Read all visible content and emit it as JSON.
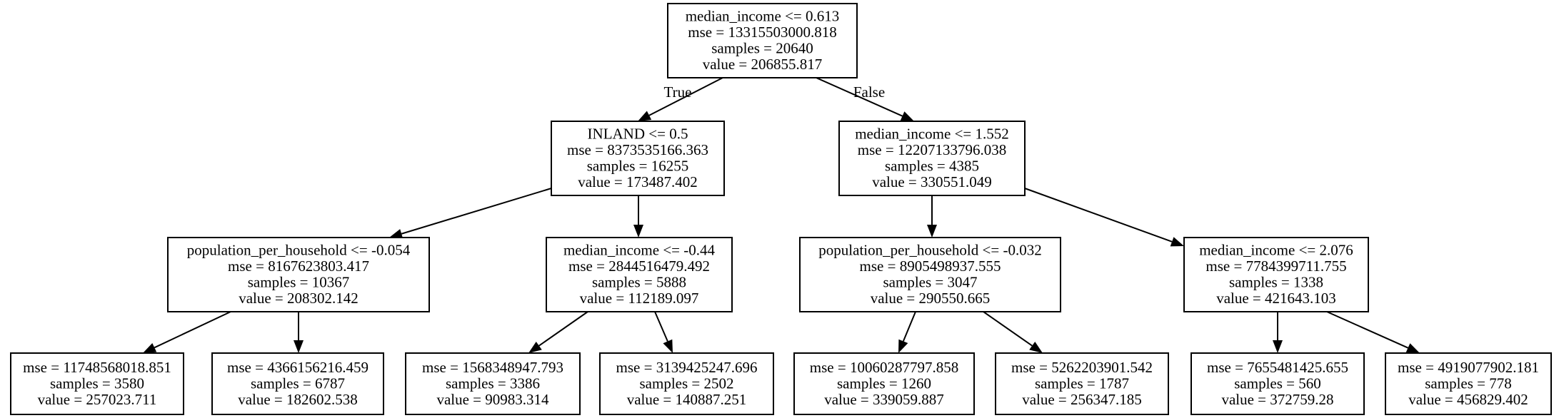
{
  "tree": {
    "root": {
      "lines": [
        "median_income <= 0.613",
        "mse = 13315503000.818",
        "samples = 20640",
        "value = 206855.817"
      ]
    },
    "n1": {
      "lines": [
        "INLAND <= 0.5",
        "mse = 8373535166.363",
        "samples = 16255",
        "value = 173487.402"
      ]
    },
    "n2": {
      "lines": [
        "median_income <= 1.552",
        "mse = 12207133796.038",
        "samples = 4385",
        "value = 330551.049"
      ]
    },
    "n3": {
      "lines": [
        "population_per_household <= -0.054",
        "mse = 8167623803.417",
        "samples = 10367",
        "value = 208302.142"
      ]
    },
    "n4": {
      "lines": [
        "median_income <= -0.44",
        "mse = 2844516479.492",
        "samples = 5888",
        "value = 112189.097"
      ]
    },
    "n5": {
      "lines": [
        "population_per_household <= -0.032",
        "mse = 8905498937.555",
        "samples = 3047",
        "value = 290550.665"
      ]
    },
    "n6": {
      "lines": [
        "median_income <= 2.076",
        "mse = 7784399711.755",
        "samples = 1338",
        "value = 421643.103"
      ]
    },
    "l1": {
      "lines": [
        "mse = 11748568018.851",
        "samples = 3580",
        "value = 257023.711"
      ]
    },
    "l2": {
      "lines": [
        "mse = 4366156216.459",
        "samples = 6787",
        "value = 182602.538"
      ]
    },
    "l3": {
      "lines": [
        "mse = 1568348947.793",
        "samples = 3386",
        "value = 90983.314"
      ]
    },
    "l4": {
      "lines": [
        "mse = 3139425247.696",
        "samples = 2502",
        "value = 140887.251"
      ]
    },
    "l5": {
      "lines": [
        "mse = 10060287797.858",
        "samples = 1260",
        "value = 339059.887"
      ]
    },
    "l6": {
      "lines": [
        "mse = 5262203901.542",
        "samples = 1787",
        "value = 256347.185"
      ]
    },
    "l7": {
      "lines": [
        "mse = 7655481425.655",
        "samples = 560",
        "value = 372759.28"
      ]
    },
    "l8": {
      "lines": [
        "mse = 4919077902.181",
        "samples = 778",
        "value = 456829.402"
      ]
    }
  },
  "edge_labels": {
    "true_label": "True",
    "false_label": "False"
  }
}
